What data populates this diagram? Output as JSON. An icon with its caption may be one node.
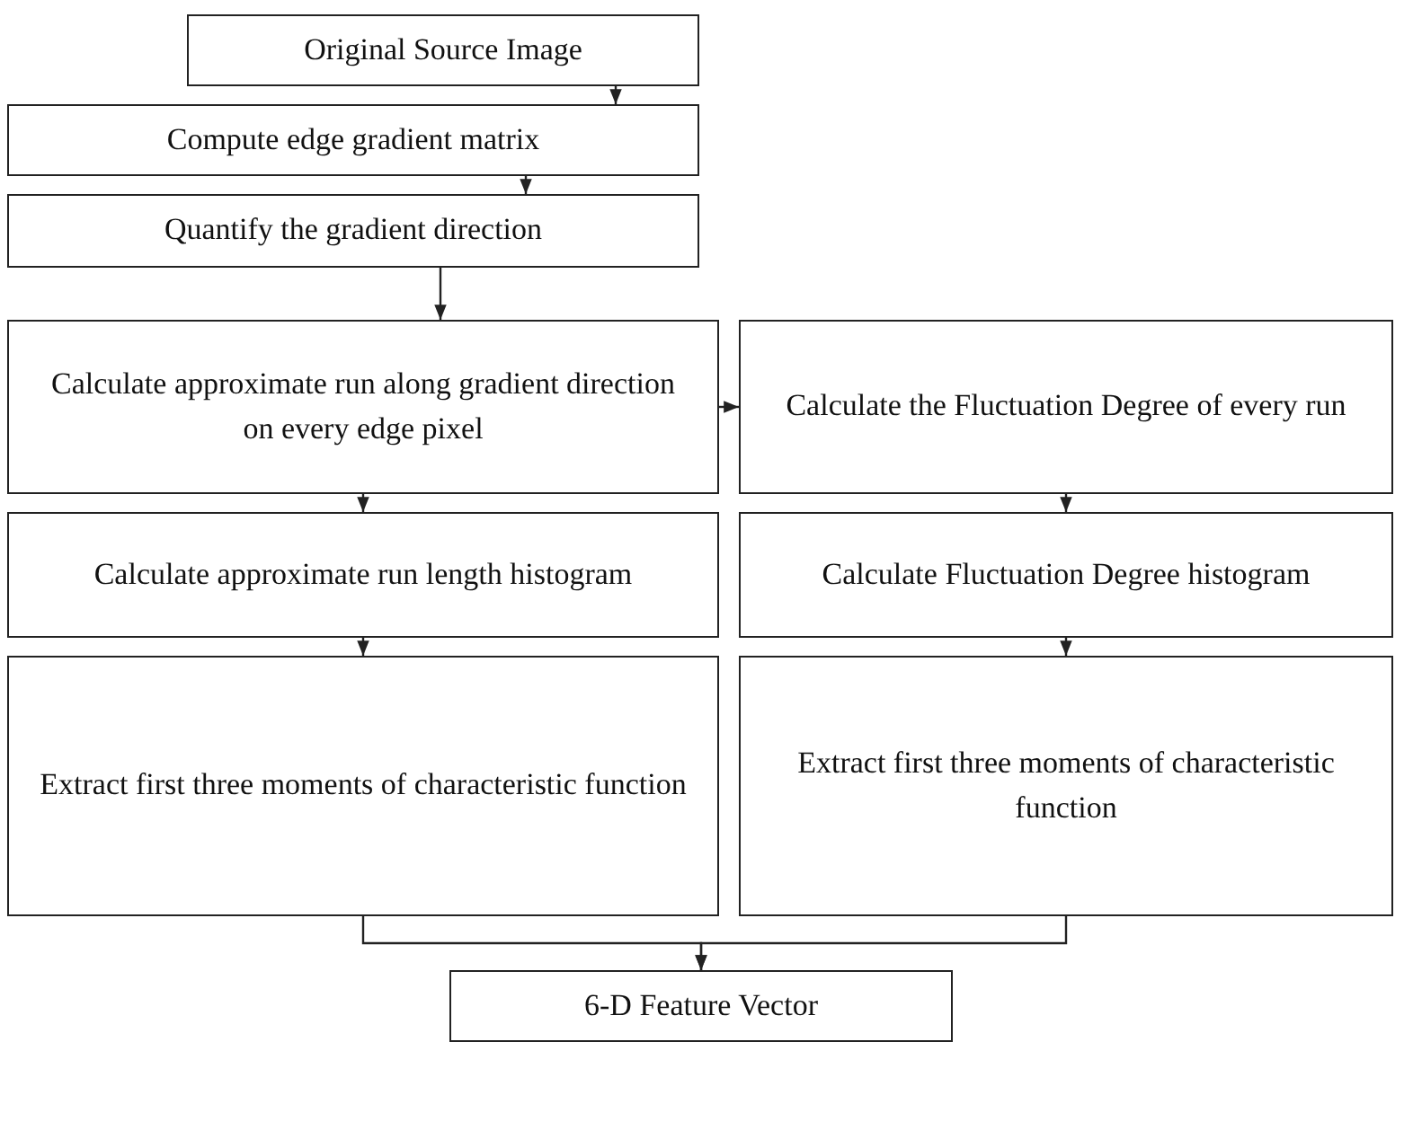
{
  "diagram": {
    "nodes": [
      {
        "text": [
          "Original Source Image"
        ]
      },
      {
        "text": [
          "Compute edge gradient matrix"
        ]
      },
      {
        "text": [
          "Quantify the gradient direction"
        ]
      },
      {
        "text": [
          "Calculate approximate run along gradient direction on every edge pixel"
        ]
      },
      {
        "text": [
          "Calculate the Fluctuation Degree of every run"
        ]
      },
      {
        "text": [
          "Calculate approximate run length histogram"
        ]
      },
      {
        "text": [
          "Calculate Fluctuation Degree histogram"
        ]
      },
      {
        "text": [
          "Extract first three moments of characteristic function"
        ]
      },
      {
        "text": [
          "Extract first three moments of characteristic function"
        ]
      },
      {
        "text": [
          "6-D Feature Vector"
        ]
      }
    ],
    "edges": [
      {
        "from": 0,
        "to": 1,
        "arrow": "to"
      },
      {
        "from": 1,
        "to": 2,
        "arrow": "to"
      },
      {
        "from": 2,
        "to": 3,
        "arrow": "to"
      },
      {
        "from": 3,
        "to": 4,
        "arrow": "to"
      },
      {
        "from": 3,
        "to": 5,
        "arrow": "to"
      },
      {
        "from": 4,
        "to": 6,
        "arrow": "to"
      },
      {
        "from": 5,
        "to": 7,
        "arrow": "to"
      },
      {
        "from": 6,
        "to": 8,
        "arrow": "to"
      },
      {
        "from": 7,
        "to": 9,
        "arrow": "to"
      },
      {
        "from": 8,
        "to": 9,
        "arrow": "to"
      }
    ]
  }
}
